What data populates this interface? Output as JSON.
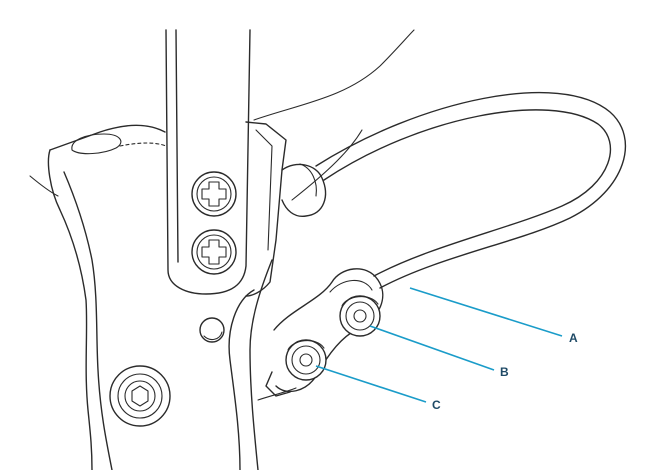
{
  "figure": {
    "callouts": [
      {
        "id": "A",
        "label": "A"
      },
      {
        "id": "B",
        "label": "B"
      },
      {
        "id": "C",
        "label": "C"
      }
    ]
  },
  "colors": {
    "line_art": "#2b2b2b",
    "leader_line": "#1a9cc9",
    "label_text": "#1f4a66",
    "background": "#ffffff"
  }
}
